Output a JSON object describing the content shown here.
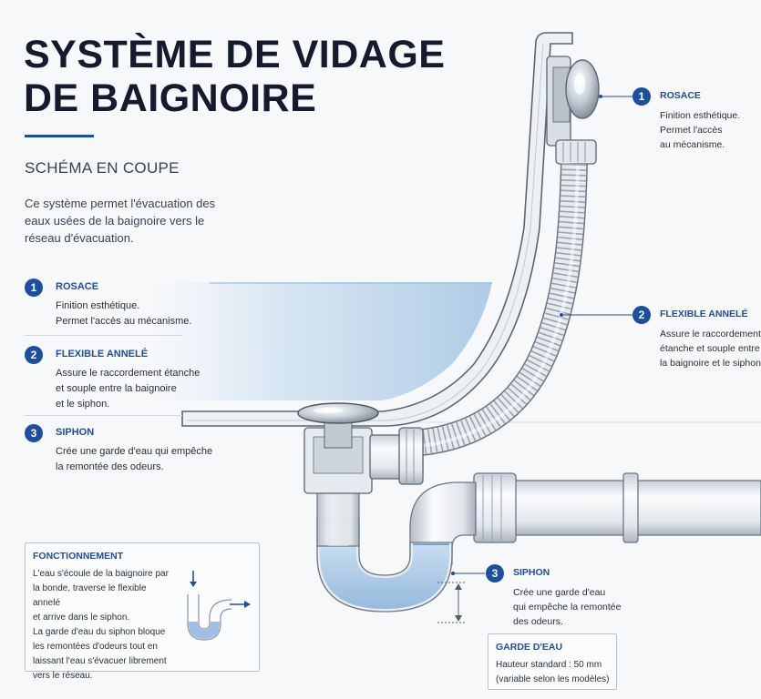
{
  "title": "SYSTÈME DE VIDAGE DE BAIGNOIRE",
  "subtitle": "SCHÉMA EN COUPE",
  "intro": "Ce système permet l'évacuation des eaux usées de la baignoire vers le réseau d'évacuation.",
  "legend": [
    {
      "num": "1",
      "title": "ROSACE",
      "desc": "Finition esthétique.\nPermet l'accès au mécanisme."
    },
    {
      "num": "2",
      "title": "FLEXIBLE ANNELÉ",
      "desc": "Assure le raccordement étanche\net souple entre la baignoire\net le siphon."
    },
    {
      "num": "3",
      "title": "SIPHON",
      "desc": "Crée une garde d'eau qui empêche\nla remontée des odeurs."
    }
  ],
  "callouts": [
    {
      "num": "1",
      "title": "ROSACE",
      "desc": "Finition esthétique.\nPermet l'accès\nau mécanisme."
    },
    {
      "num": "2",
      "title": "FLEXIBLE ANNELÉ",
      "desc": "Assure le raccordement\nétanche et souple entre\nla baignoire et le siphon."
    },
    {
      "num": "3",
      "title": "SIPHON",
      "desc": "Crée une garde d'eau\nqui empêche la remontée\ndes odeurs."
    }
  ],
  "fonctionnement": {
    "title": "FONCTIONNEMENT",
    "desc": "L'eau s'écoule de la baignoire par\nla bonde, traverse le flexible annelé\net arrive dans le siphon.\nLa garde d'eau du siphon bloque\nles remontées d'odeurs tout en\nlaissant l'eau s'évacuer librement\nvers le réseau."
  },
  "garde_eau": {
    "title": "GARDE D'EAU",
    "desc": "Hauteur standard : 50 mm\n(variable selon les modèles)"
  },
  "colors": {
    "accent": "#1c4fa0",
    "water": "#a9c8e6",
    "pipe": "#e9edf2"
  },
  "icons": [
    "bathtub-cross-section",
    "overflow-rosace",
    "corrugated-flexible-hose",
    "drain-plug",
    "p-trap-siphon",
    "arrow-down-icon",
    "arrow-right-icon"
  ]
}
